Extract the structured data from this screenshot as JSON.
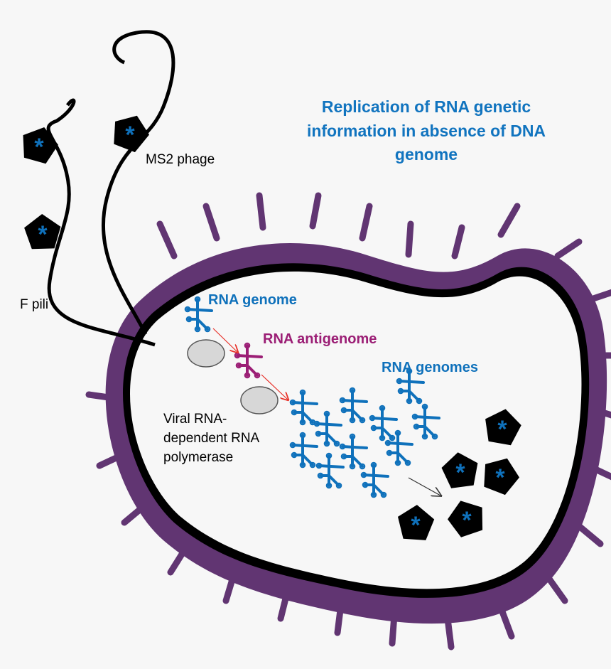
{
  "title_lines": [
    "Replication of RNA genetic",
    "information in absence of DNA",
    "genome"
  ],
  "labels": {
    "ms2_phage": "MS2 phage",
    "f_pili": "F pili",
    "rna_genome": "RNA genome",
    "rna_antigenome": "RNA antigenome",
    "rna_genomes": "RNA genomes",
    "polymerase_lines": [
      "Viral RNA-",
      "dependent RNA",
      "polymerase"
    ]
  },
  "colors": {
    "membrane": "#613572",
    "rna_blue": "#0f71bb",
    "rna_purple": "#9b1e75",
    "title_blue": "#1174bf",
    "phage": "#000000",
    "background": "#f7f7f7",
    "arrow_red": "#e8322a"
  }
}
